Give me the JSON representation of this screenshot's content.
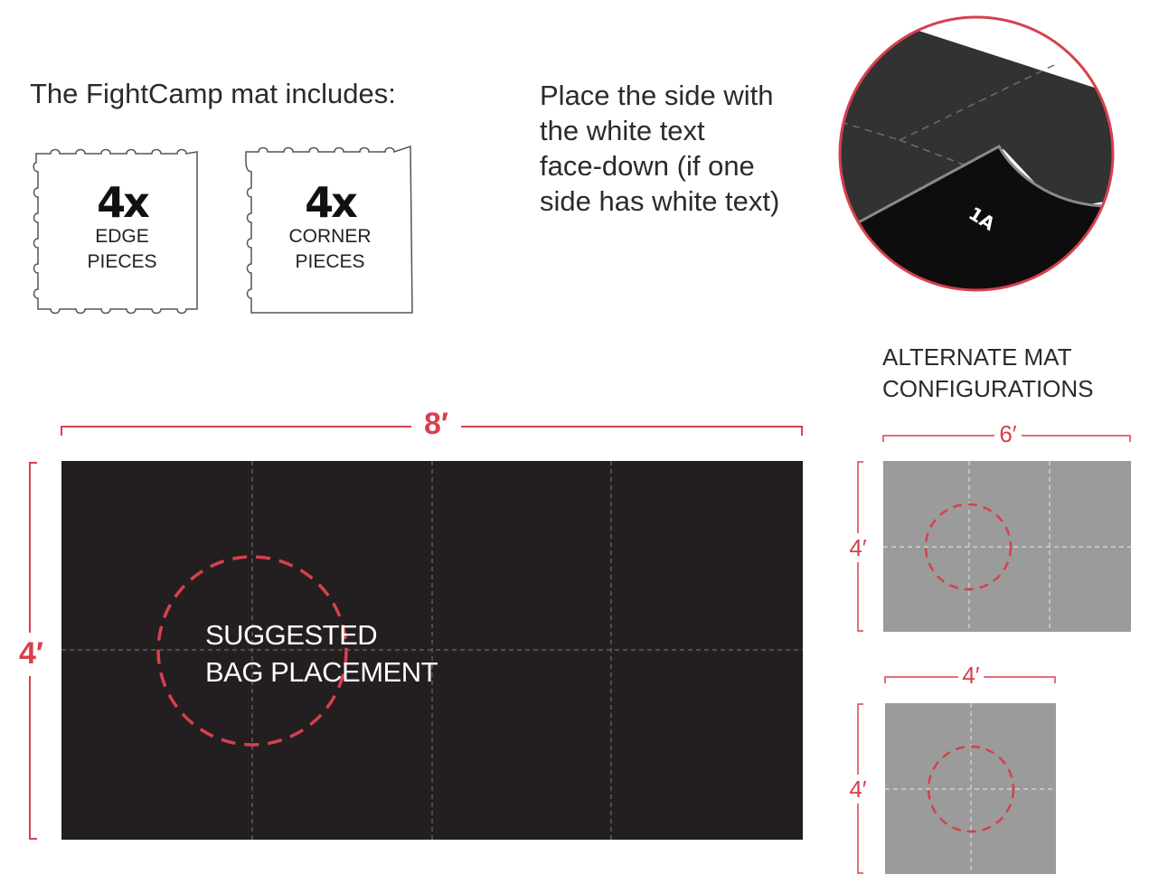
{
  "intro": {
    "text": "The FightCamp mat includes:"
  },
  "pieces": [
    {
      "count": "4x",
      "label_line1": "EDGE",
      "label_line2": "PIECES"
    },
    {
      "count": "4x",
      "label_line1": "CORNER",
      "label_line2": "PIECES"
    }
  ],
  "instructions": {
    "lines": [
      "Place the side with",
      "the white text",
      "face-down (if one",
      "side has white text)"
    ]
  },
  "inset": {
    "mat_text": "1A"
  },
  "main_mat": {
    "width_label": "8′",
    "height_label": "4′",
    "bag_label_line1": "SUGGESTED",
    "bag_label_line2": "BAG PLACEMENT"
  },
  "alternate": {
    "title_line1": "ALTERNATE MAT",
    "title_line2": "CONFIGURATIONS",
    "configs": [
      {
        "width_label": "6′",
        "height_label": "4′"
      },
      {
        "width_label": "4′",
        "height_label": "4′"
      }
    ]
  },
  "colors": {
    "accent_red": "#d7404e",
    "mat_dark": "#231f20",
    "mat_gray": "#9b9b9b",
    "outline": "#555555"
  }
}
